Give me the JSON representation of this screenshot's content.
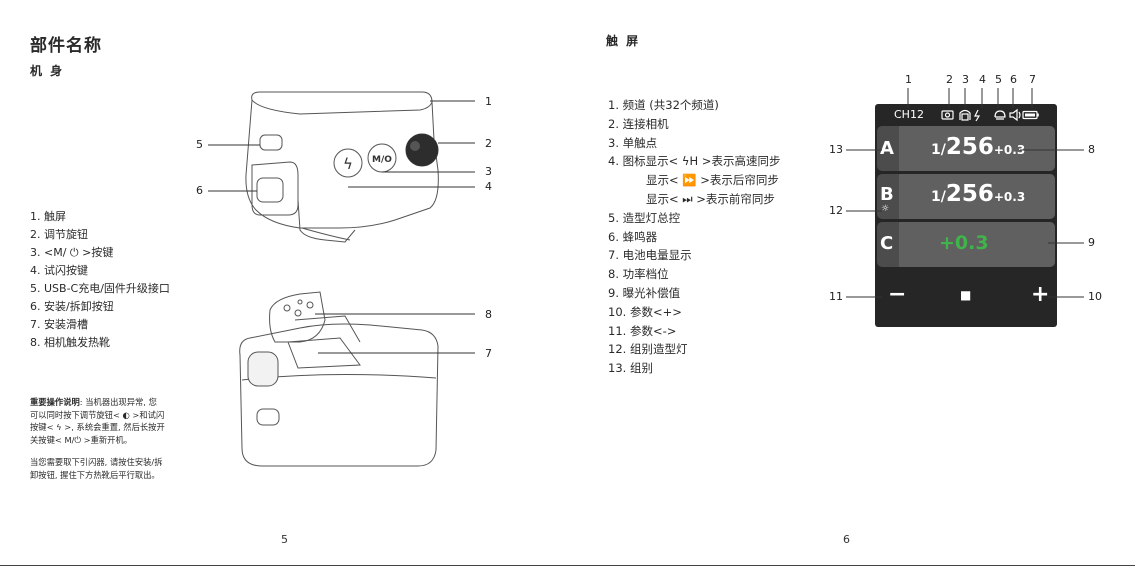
{
  "left": {
    "title": "部件名称",
    "subtitle": "机 身",
    "parts": [
      "1. 触屏",
      "2. 调节旋钮",
      "3. <M/ ⏻ >按键",
      "4. 试闪按键",
      "5. USB-C充电/固件升级接口",
      "6. 安装/拆卸按钮",
      "7. 安装滑槽",
      "8. 相机触发热靴"
    ],
    "note1_bold": "重要操作说明",
    "note1_lines": [
      ": 当机器出现异常, 您",
      "可以同时按下调节旋钮< ◐ >和试闪",
      "按键< ϟ >, 系统会重置, 然后长按开",
      "关按键< M/⏻ >重新开机。"
    ],
    "note2_lines": [
      "当您需要取下引闪器, 请按住安装/拆",
      "卸按钮, 握住下方热靴后平行取出。"
    ],
    "callouts": [
      "1",
      "2",
      "3",
      "4",
      "5",
      "6",
      "7",
      "8"
    ],
    "device_button_flash": "ϟ",
    "device_button_mode": "M/O",
    "page_number": "5"
  },
  "right": {
    "title": "触 屏",
    "items": [
      "1. 频道 (共32个频道)",
      "2. 连接相机",
      "3. 单触点",
      "4. 图标显示< ϟH >表示高速同步",
      "显示< ⏩ >表示后帘同步",
      "显示< ⏭ >表示前帘同步",
      "5. 造型灯总控",
      "6. 蜂鸣器",
      "7. 电池电量显示",
      "8. 功率档位",
      "9. 曝光补偿值",
      "10. 参数<+>",
      "11. 参数<->",
      "12. 组别造型灯",
      "13. 组别"
    ],
    "screen": {
      "channel": "CH12",
      "groups": [
        {
          "label": "A",
          "fraction": "1/",
          "denominator": "256",
          "ev": "+0.3"
        },
        {
          "label": "B",
          "fraction": "1/",
          "denominator": "256",
          "ev": "+0.3"
        },
        {
          "label": "C",
          "ev_green": "+0.3"
        }
      ],
      "minus": "−",
      "stop": "■",
      "plus": "+",
      "green": "#3fb44a"
    },
    "callouts_top": [
      "1",
      "2",
      "3",
      "4",
      "5",
      "6",
      "7"
    ],
    "callouts_side": [
      "8",
      "9",
      "10",
      "11",
      "12",
      "13"
    ],
    "page_number": "6"
  }
}
